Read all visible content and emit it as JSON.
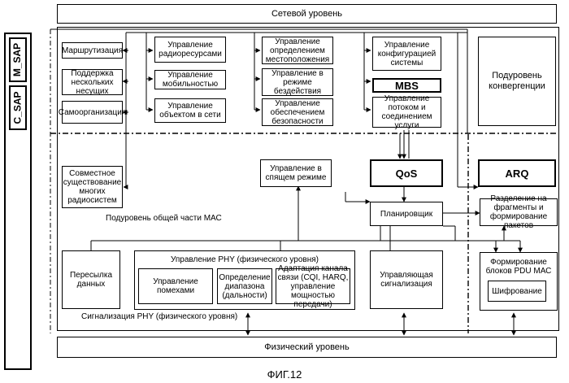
{
  "layers": {
    "network": "Сетевой уровень",
    "physical": "Физический уровень",
    "convergence": "Подуровень конвергенции",
    "common_part": "Подуровень общей части МАС",
    "phy_signaling": "Сигнализация PHY (физического уровня)"
  },
  "sap": {
    "c": "C_SAP",
    "m": "M_SAP"
  },
  "blocks": {
    "routing": "Маршрутизация",
    "multi_carrier": "Поддержка нескольких несущих",
    "self_org": "Самоорганизация",
    "coexistence": "Совместное существование многих радиосистем",
    "rrm": "Управление радиоресурсами",
    "mobility": "Управление мобильностью",
    "network_entry": "Управление объектом в сети",
    "location": "Управление определением местоположения",
    "idle": "Управление в режиме бездействия",
    "security": "Управление обеспечением безопасности",
    "sys_config": "Управление конфигурацией системы",
    "mbs": "MBS",
    "flow": "Управление потоком и соединением услуги",
    "sleep": "Управление в спящем режиме",
    "qos": "QoS",
    "scheduler": "Планировщик",
    "arq": "ARQ",
    "fragment": "Разделение на фрагменты и формирование пакетов",
    "pdu": "Формирование блоков PDU МАС",
    "encryption": "Шифрование",
    "data_forward": "Пересылка данных",
    "phy_control": "Управление PHY (физического уровня)",
    "interference": "Управление помехами",
    "ranging": "Определение диапазона (дальности)",
    "link_adapt": "Адаптация канала связи (CQI, HARQ, управление мощностью передачи)",
    "control_sig": "Управляющая сигнализация"
  },
  "caption": "ФИГ.12"
}
